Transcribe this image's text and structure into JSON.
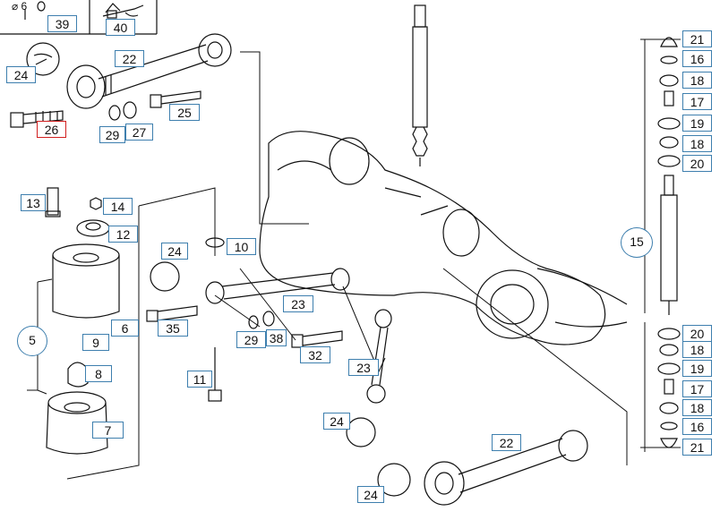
{
  "legend": {
    "diameter_label": "⌀ 6"
  },
  "callouts": {
    "c39": "39",
    "c40": "40",
    "c24a": "24",
    "c22a": "22",
    "c26": "26",
    "c29a": "29",
    "c27": "27",
    "c25": "25",
    "c13": "13",
    "c14": "14",
    "c12": "12",
    "c24b": "24",
    "c10": "10",
    "c6": "6",
    "c5": "5",
    "c9": "9",
    "c35": "35",
    "c23a": "23",
    "c29b": "29",
    "c38": "38",
    "c32": "32",
    "c8": "8",
    "c11": "11",
    "c23b": "23",
    "c7": "7",
    "c24c": "24",
    "c22b": "22",
    "c24d": "24",
    "r21a": "21",
    "r16a": "16",
    "r18a": "18",
    "r17a": "17",
    "r19a": "19",
    "r18b": "18",
    "r20a": "20",
    "c15": "15",
    "r20b": "20",
    "r18c": "18",
    "r19b": "19",
    "r17b": "17",
    "r18d": "18",
    "r16b": "16",
    "r21b": "21"
  },
  "colors": {
    "callout_border": "#3e7fae",
    "callout_highlight": "#d21f1f",
    "ink": "#111111"
  }
}
